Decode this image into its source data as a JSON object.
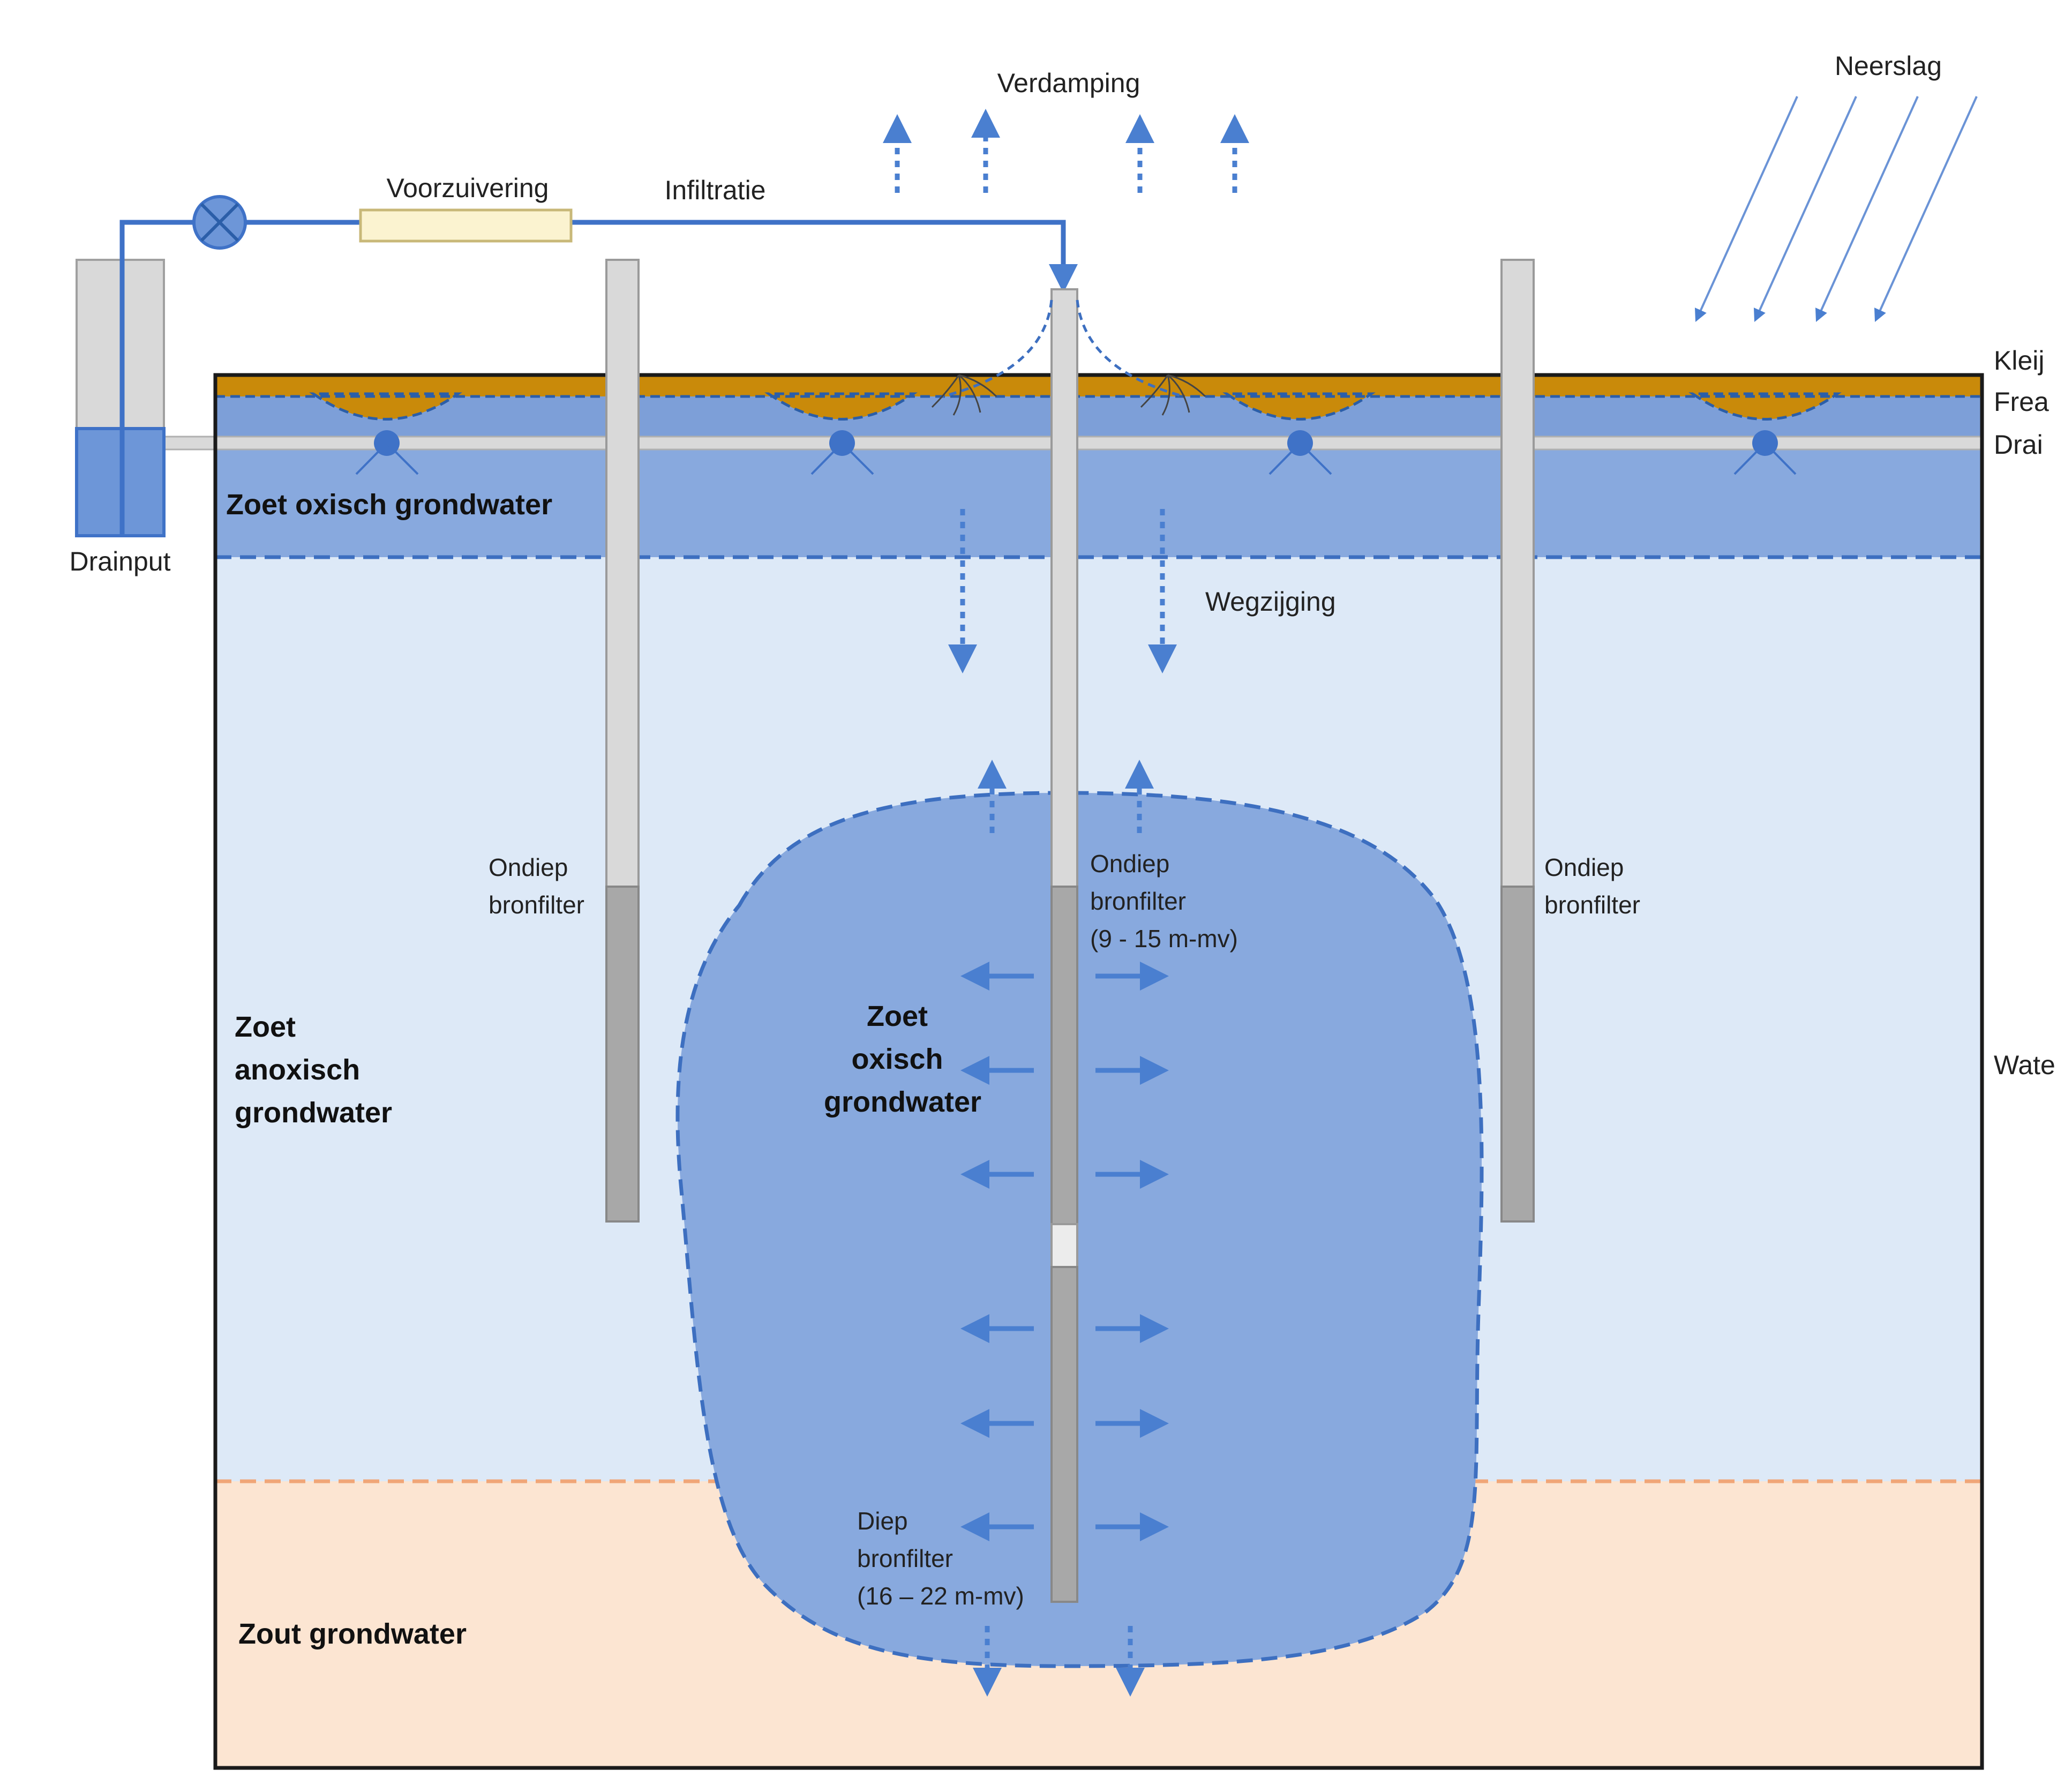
{
  "labels": {
    "verdamping": "Verdamping",
    "neerslag": "Neerslag",
    "voorzuivering": "Voorzuivering",
    "infiltratie": "Infiltratie",
    "drainput": "Drainput",
    "wegzijging": "Wegzijging",
    "zoet_oxisch_top": "Zoet oxisch grondwater",
    "zoet_anoxisch": [
      "Zoet",
      "anoxisch",
      "grondwater"
    ],
    "zoet_oxisch_bubble": [
      "Zoet",
      "oxisch",
      "grondwater"
    ],
    "zout": "Zout grondwater",
    "ondiep_left": [
      "Ondiep",
      "bronfilter"
    ],
    "ondiep_center": [
      "Ondiep",
      "bronfilter",
      "(9 - 15 m-mv)"
    ],
    "ondiep_right": [
      "Ondiep",
      "bronfilter"
    ],
    "diep": [
      "Diep",
      "bronfilter",
      "(16 – 22 m-mv)"
    ],
    "right_edge": [
      "Kleij",
      "Frea",
      "Drai",
      "Wate"
    ]
  },
  "colors": {
    "water_blue": "#4a7fd0",
    "oxic_fill": "#88a9de",
    "anoxic_fill": "#dde9f7",
    "salt_fill": "#fce5d2",
    "salt_line": "#f0a678",
    "clay": "#c98a0a",
    "casing": "#d9d9d9",
    "filter": "#a8a8a8"
  }
}
